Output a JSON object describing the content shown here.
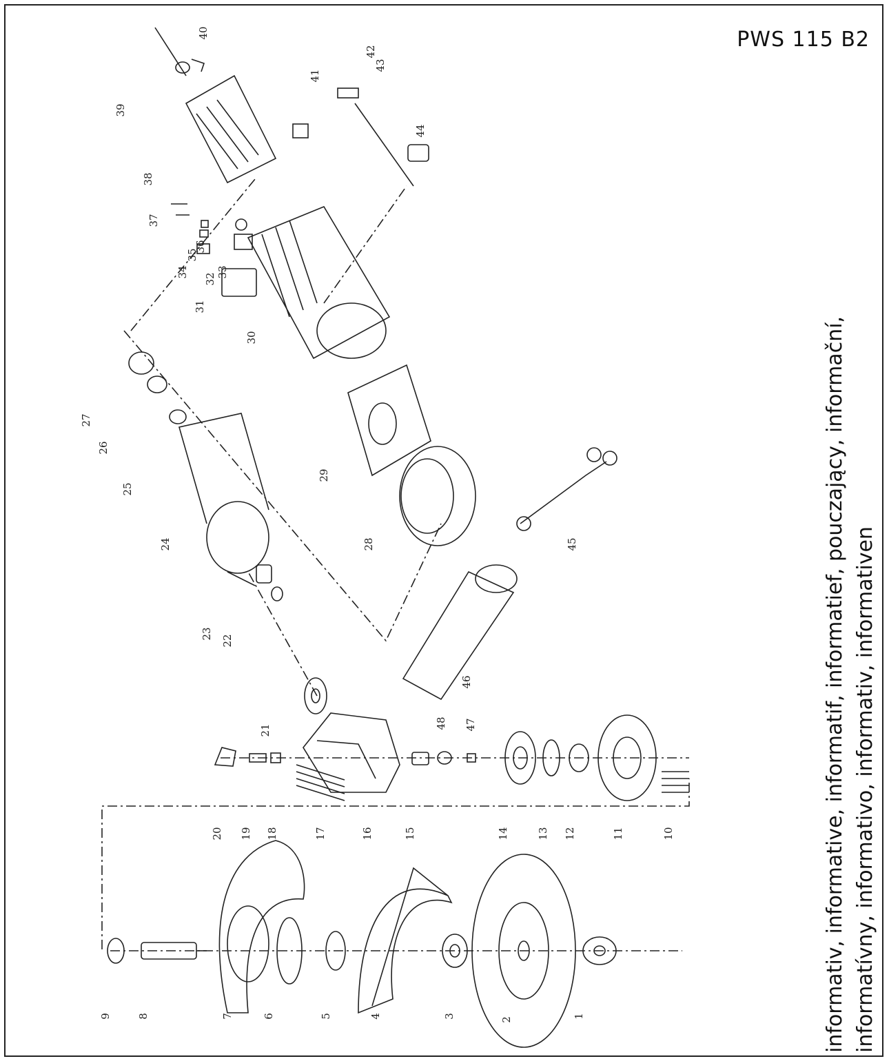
{
  "model": "PWS 115 B2",
  "side_text": {
    "line1": "informativ, informative, informatif, informatief, pouczający, informační,",
    "line2": "informatívny, informativo, informativ, informativen"
  },
  "parts": [
    "1",
    "2",
    "3",
    "4",
    "5",
    "6",
    "7",
    "8",
    "9",
    "10",
    "11",
    "12",
    "13",
    "14",
    "15",
    "16",
    "17",
    "18",
    "19",
    "20",
    "21",
    "22",
    "23",
    "24",
    "25",
    "26",
    "27",
    "28",
    "29",
    "30",
    "31",
    "32",
    "33",
    "34",
    "35",
    "36",
    "37",
    "38",
    "39",
    "40",
    "41",
    "42",
    "43",
    "44",
    "45",
    "46",
    "47",
    "48"
  ]
}
